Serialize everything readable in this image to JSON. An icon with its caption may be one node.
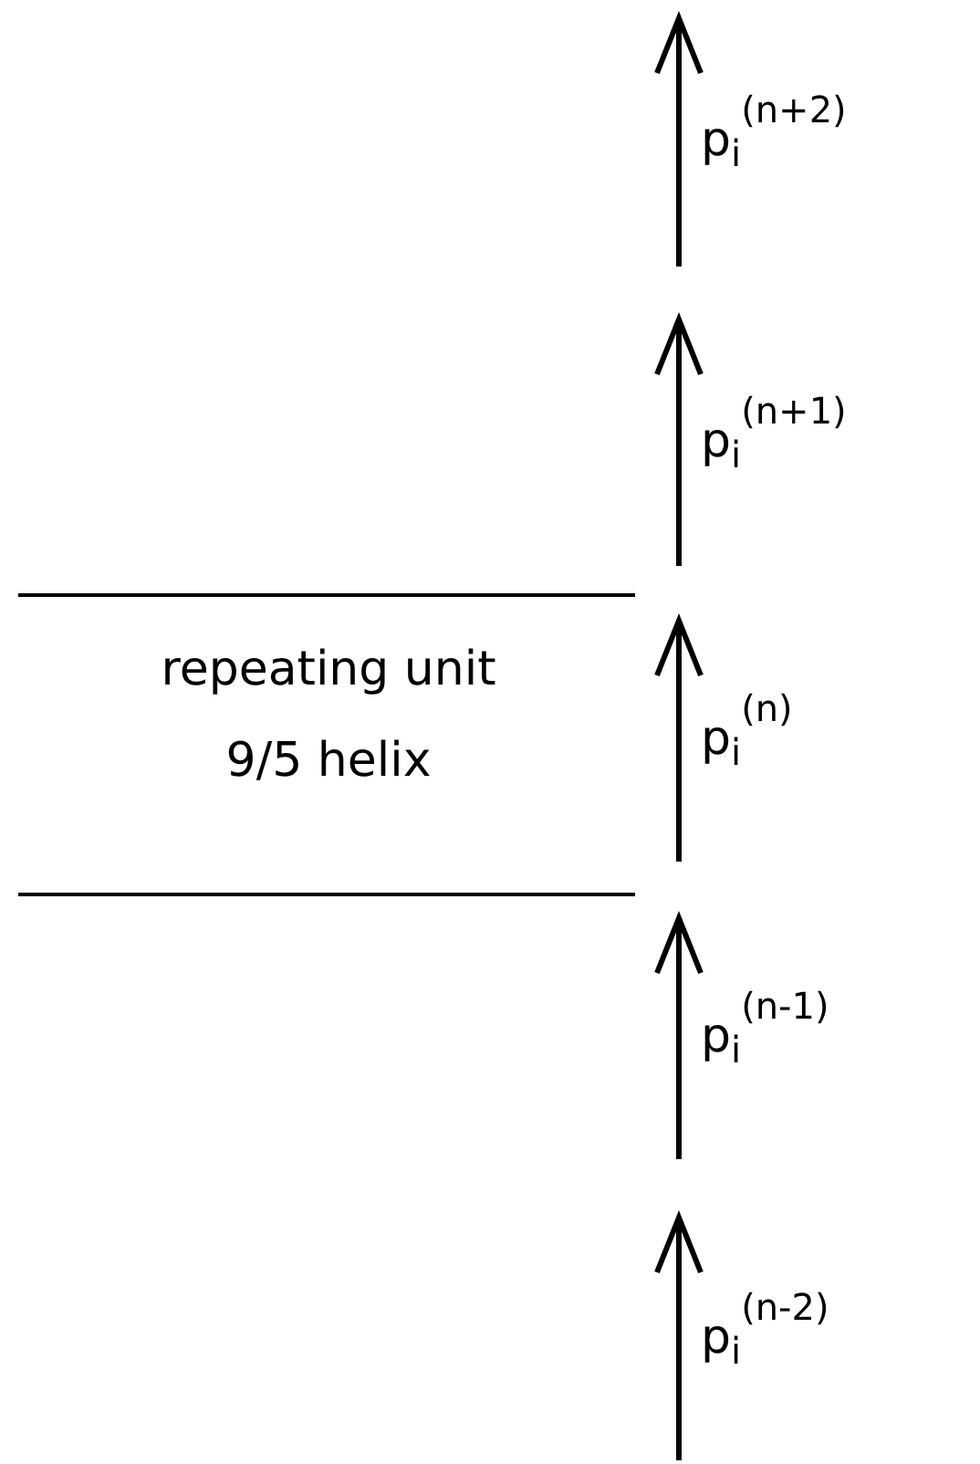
{
  "diagram": {
    "labels": [
      "p$_{i}$$^{(n+2)}$",
      "p$_{i}$$^{(n+1)}$",
      "repeating unit",
      "9/5 helix",
      "p$_{i}$$^{(n)}$",
      "p$_{i}$$^{(n-1)}$",
      "p$_{i}$$^{(n-2)}$"
    ]
  }
}
